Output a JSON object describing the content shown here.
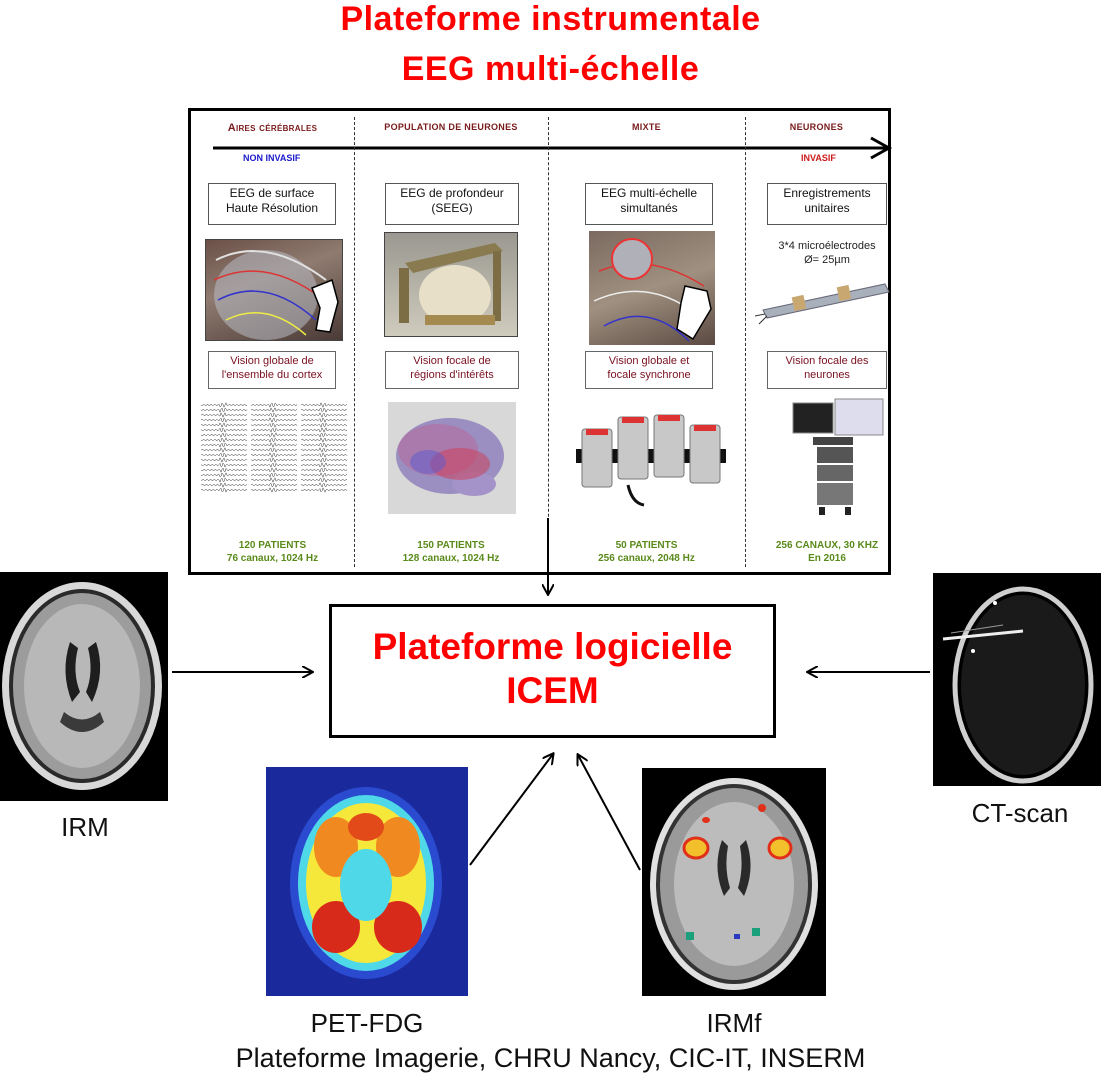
{
  "header": {
    "line1": "Plateforme instrumentale",
    "line2": "EEG multi-échelle"
  },
  "panel": {
    "columns": [
      {
        "heading": "Aires cérébrales",
        "method": "EEG de surface\nHaute Résolution",
        "vision": "Vision globale de\nl'ensemble du cortex",
        "stats1": "120 patients",
        "stats2": "76 canaux, 1024 Hz"
      },
      {
        "heading": "Population de neurones",
        "method": "EEG de profondeur\n(SEEG)",
        "vision": "Vision focale de\nrégions d'intérêts",
        "stats1": "150 patients",
        "stats2": "128 canaux, 1024 Hz"
      },
      {
        "heading": "Mixte",
        "method": "EEG multi-échelle\nsimultanés",
        "vision": "Vision globale et\nfocale synchrone",
        "stats1": "50 patients",
        "stats2": "256 canaux, 2048 Hz"
      },
      {
        "heading": "Neurones",
        "method": "Enregistrements\nunitaires",
        "vision": "Vision focale des\nneurones",
        "stats1": "256 canaux, 30 KHz",
        "stats2": "En 2016",
        "micro1": "3*4 microélectrodes",
        "micro2": "Ø= 25µm"
      }
    ],
    "non_invasif": "NON INVASIF",
    "invasif": "INVASIF"
  },
  "center": {
    "line1": "Plateforme logicielle",
    "line2": "ICEM"
  },
  "images": {
    "irm": "IRM",
    "ct": "CT-scan",
    "pet": "PET-FDG",
    "irmf": "IRMf"
  },
  "footer": "Plateforme Imagerie, CHRU Nancy, CIC-IT, INSERM",
  "colors": {
    "title_red": "#ff0000",
    "heading_maroon": "#7a1a1a",
    "stats_green": "#5a8a1a",
    "non_invasif_blue": "#1a1acc"
  }
}
